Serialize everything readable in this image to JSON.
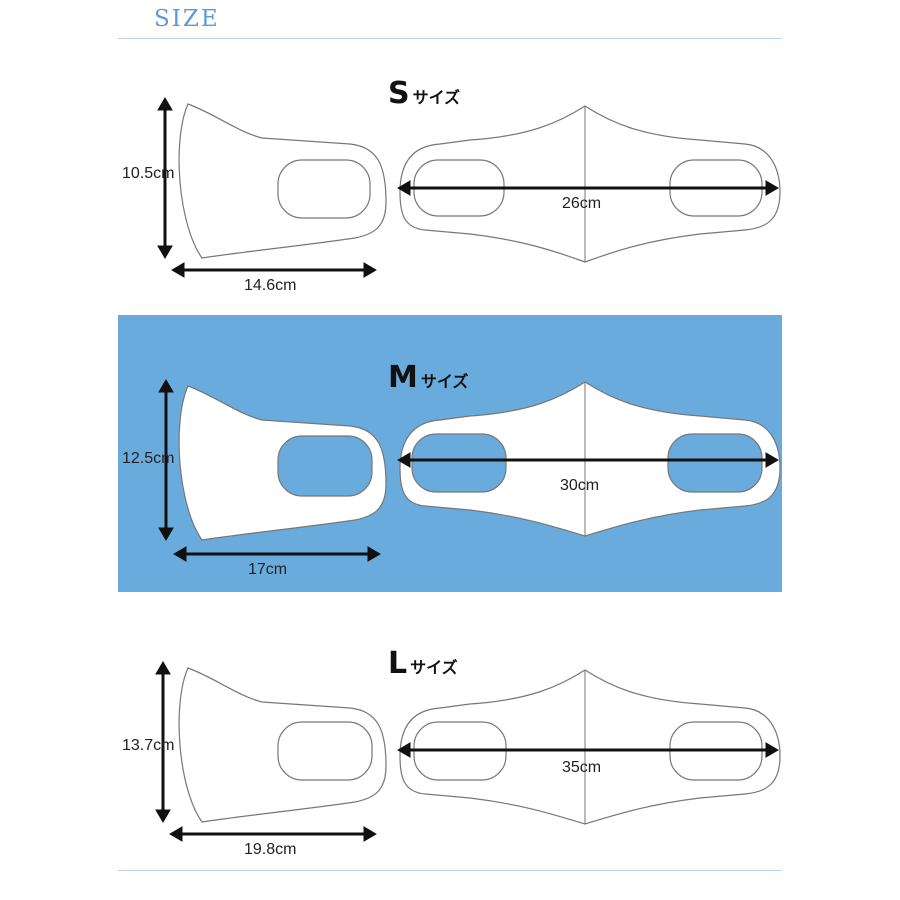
{
  "header": {
    "title": "SIZE"
  },
  "sizes": [
    {
      "key": "S",
      "label": "S",
      "suffix": "サイズ",
      "height": "10.5cm",
      "side_width": "14.6cm",
      "front_width": "26cm"
    },
    {
      "key": "M",
      "label": "M",
      "suffix": "サイズ",
      "height": "12.5cm",
      "side_width": "17cm",
      "front_width": "30cm"
    },
    {
      "key": "L",
      "label": "L",
      "suffix": "サイズ",
      "height": "13.7cm",
      "side_width": "19.8cm",
      "front_width": "35cm"
    }
  ],
  "colors": {
    "accent": "#5b9ad6",
    "band_background": "#6aabde",
    "mask_outline": "#777777",
    "arrow": "#111111"
  }
}
